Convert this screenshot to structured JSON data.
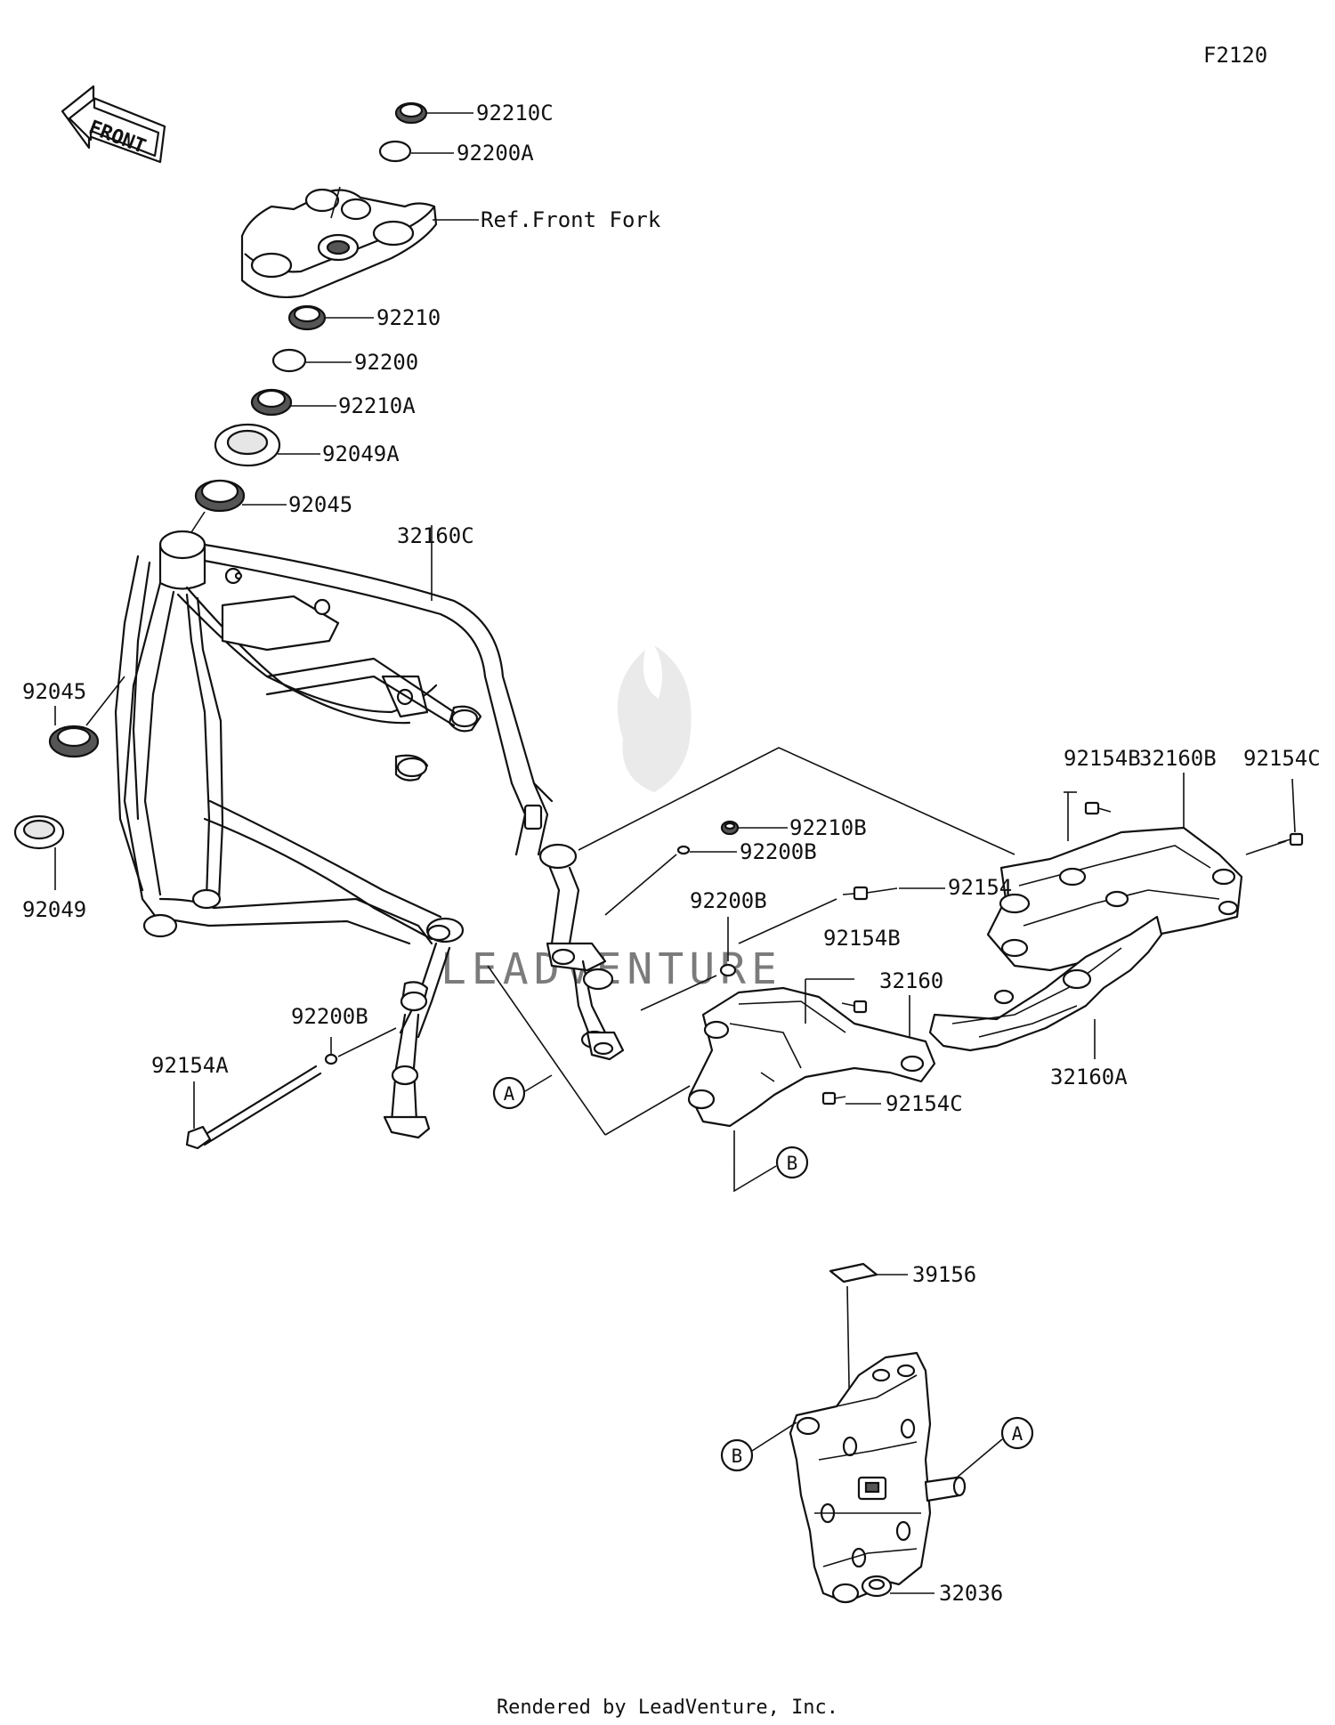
{
  "diagram_id": "F2120",
  "front_label": "FRONT",
  "footer": "Rendered by LeadVenture, Inc.",
  "watermark": "LEADVENTURE",
  "parts": {
    "p92210C": "92210C",
    "p92200A": "92200A",
    "ref_front_fork": "Ref.Front Fork",
    "p92210": "92210",
    "p92200": "92200",
    "p92210A": "92210A",
    "p92049A": "92049A",
    "p92045_top": "92045",
    "p32160C": "32160C",
    "p92045_left": "92045",
    "p92049": "92049",
    "p92154B_right": "92154B",
    "p32160B": "32160B",
    "p92154C_right": "92154C",
    "p92210B": "92210B",
    "p92200B_mid": "92200B",
    "p92154": "92154",
    "p92200B_center": "92200B",
    "p92154B_center": "92154B",
    "p32160": "32160",
    "p32160A": "32160A",
    "p92200B_left": "92200B",
    "p92154A": "92154A",
    "p92154C_lower": "92154C",
    "p39156": "39156",
    "p32036": "32036"
  },
  "callouts": {
    "a_left": "A",
    "b_mid": "B",
    "b_lower": "B",
    "a_lower": "A"
  }
}
